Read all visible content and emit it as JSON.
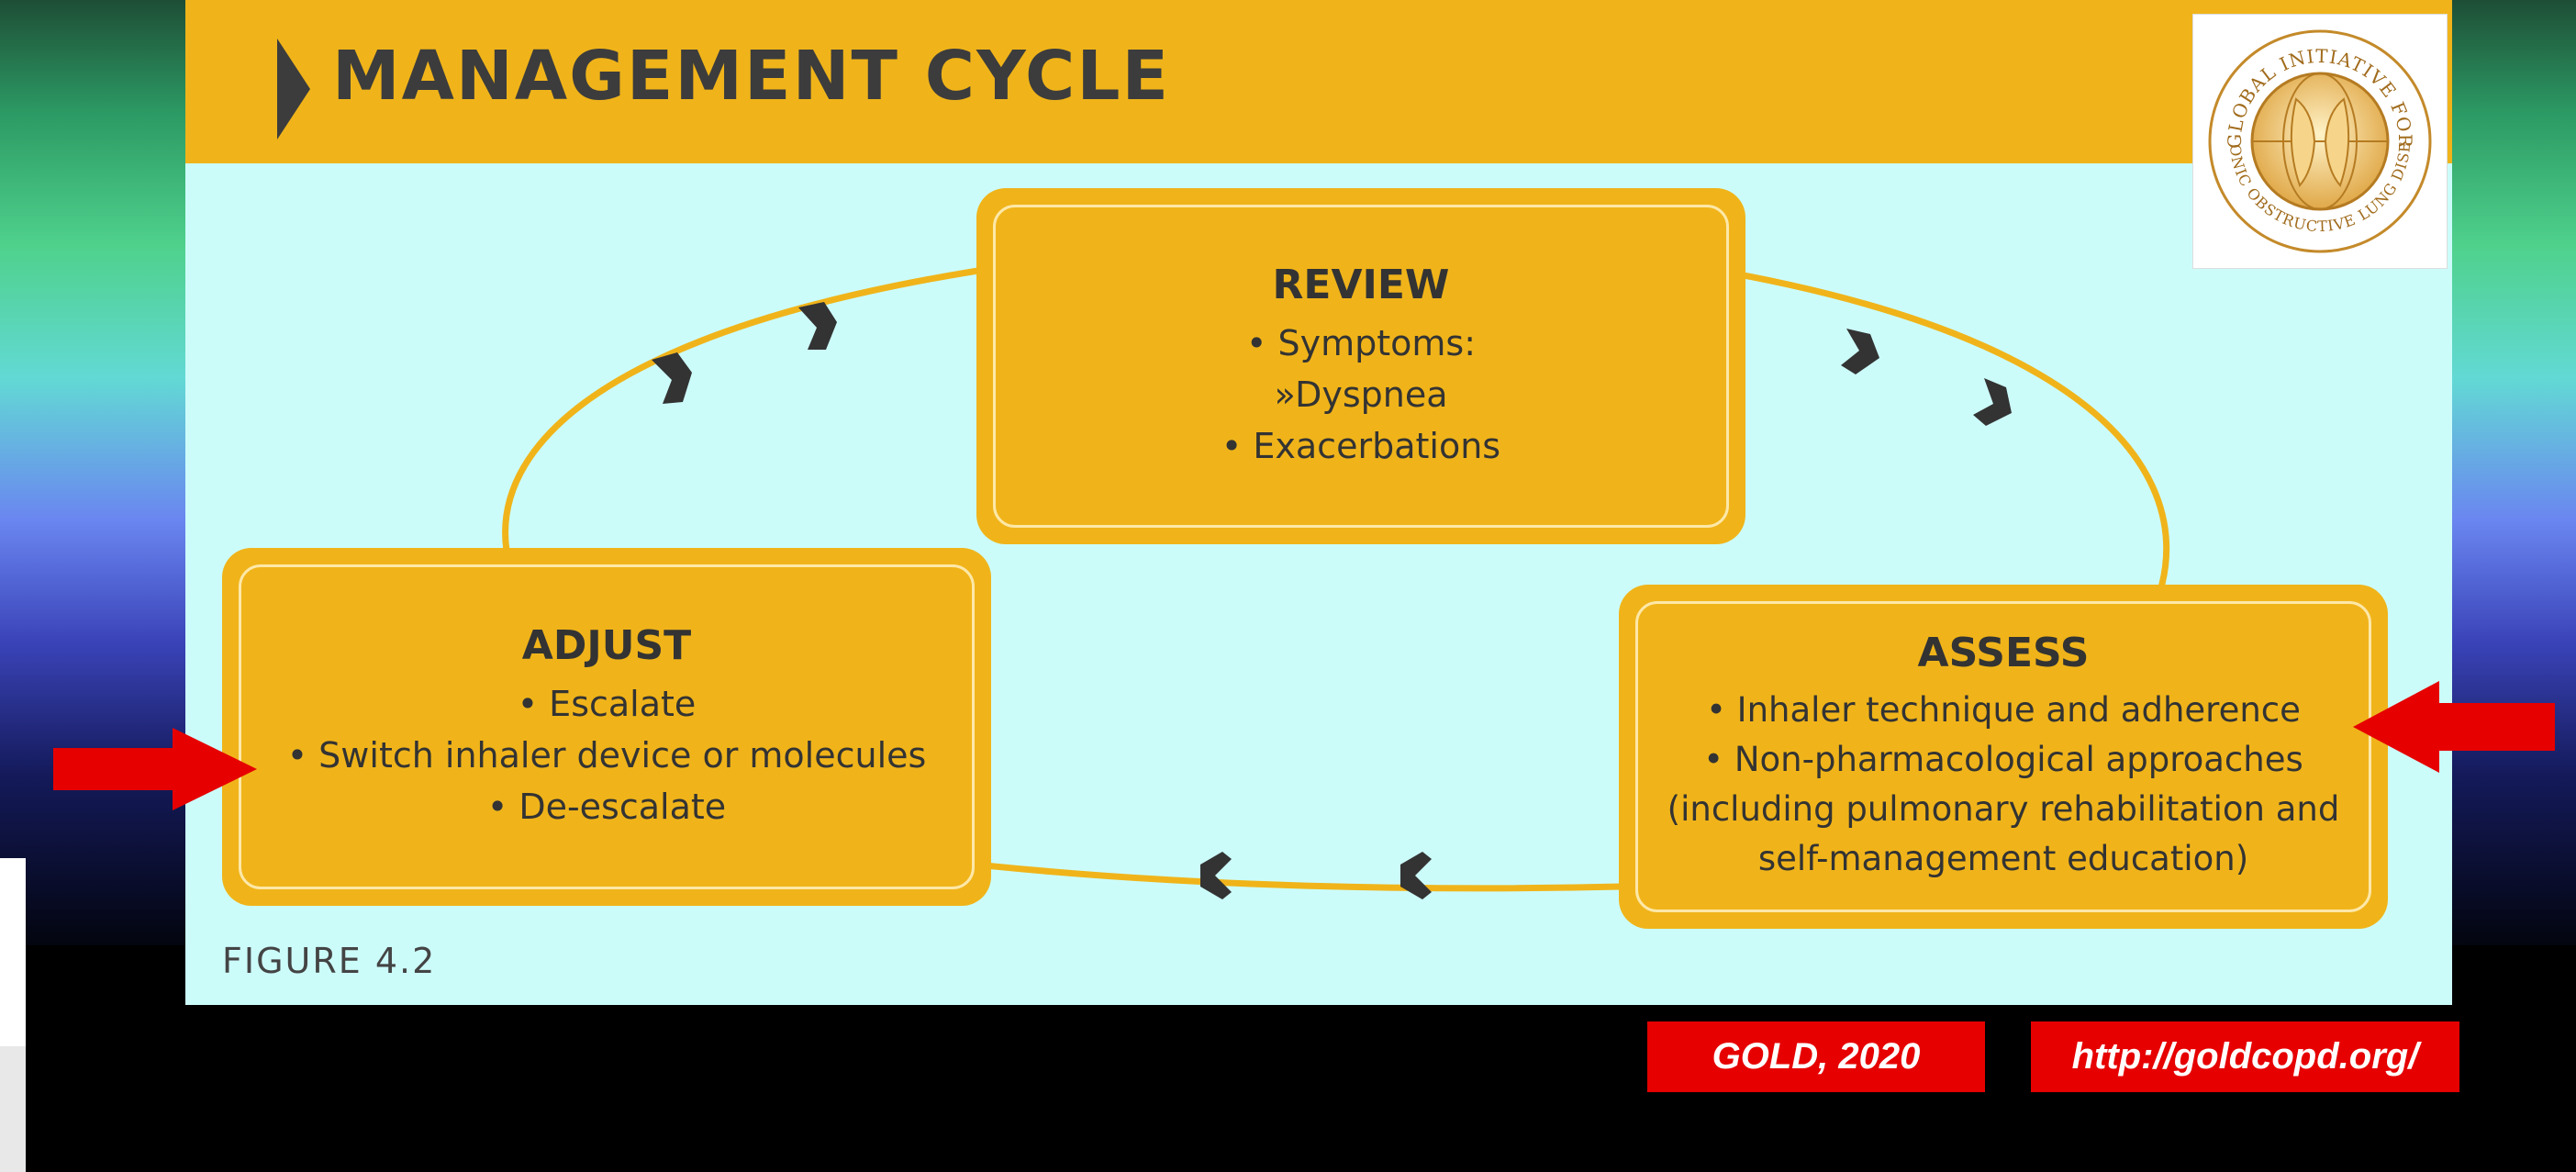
{
  "colors": {
    "header_bar": "#f0b41a",
    "slide_background": "#ccfcfa",
    "box_fill": "#f0b41a",
    "cycle_line": "#f0b41a",
    "chevrons": "#333333",
    "callout_arrows": "#e60000",
    "citation_background": "#e60000"
  },
  "slide": {
    "title": "MANAGEMENT CYCLE",
    "figure_label": "FIGURE 4.2",
    "logo_text_top": "GLOBAL INITIATIVE FOR",
    "logo_text_bottom": "CHRONIC OBSTRUCTIVE LUNG DISEASE"
  },
  "review": {
    "title": "REVIEW",
    "lines": [
      "• Symptoms:",
      "»Dyspnea",
      "• Exacerbations"
    ]
  },
  "adjust": {
    "title": "ADJUST",
    "lines": [
      "• Escalate",
      "• Switch inhaler device or molecules",
      "• De-escalate"
    ]
  },
  "assess": {
    "title": "ASSESS",
    "lines": [
      "• Inhaler technique and adherence",
      "• Non-pharmacological approaches",
      "(including pulmonary rehabilitation and",
      "self-management education)"
    ]
  },
  "citation": {
    "source": "GOLD, 2020",
    "url": "http://goldcopd.org/"
  }
}
